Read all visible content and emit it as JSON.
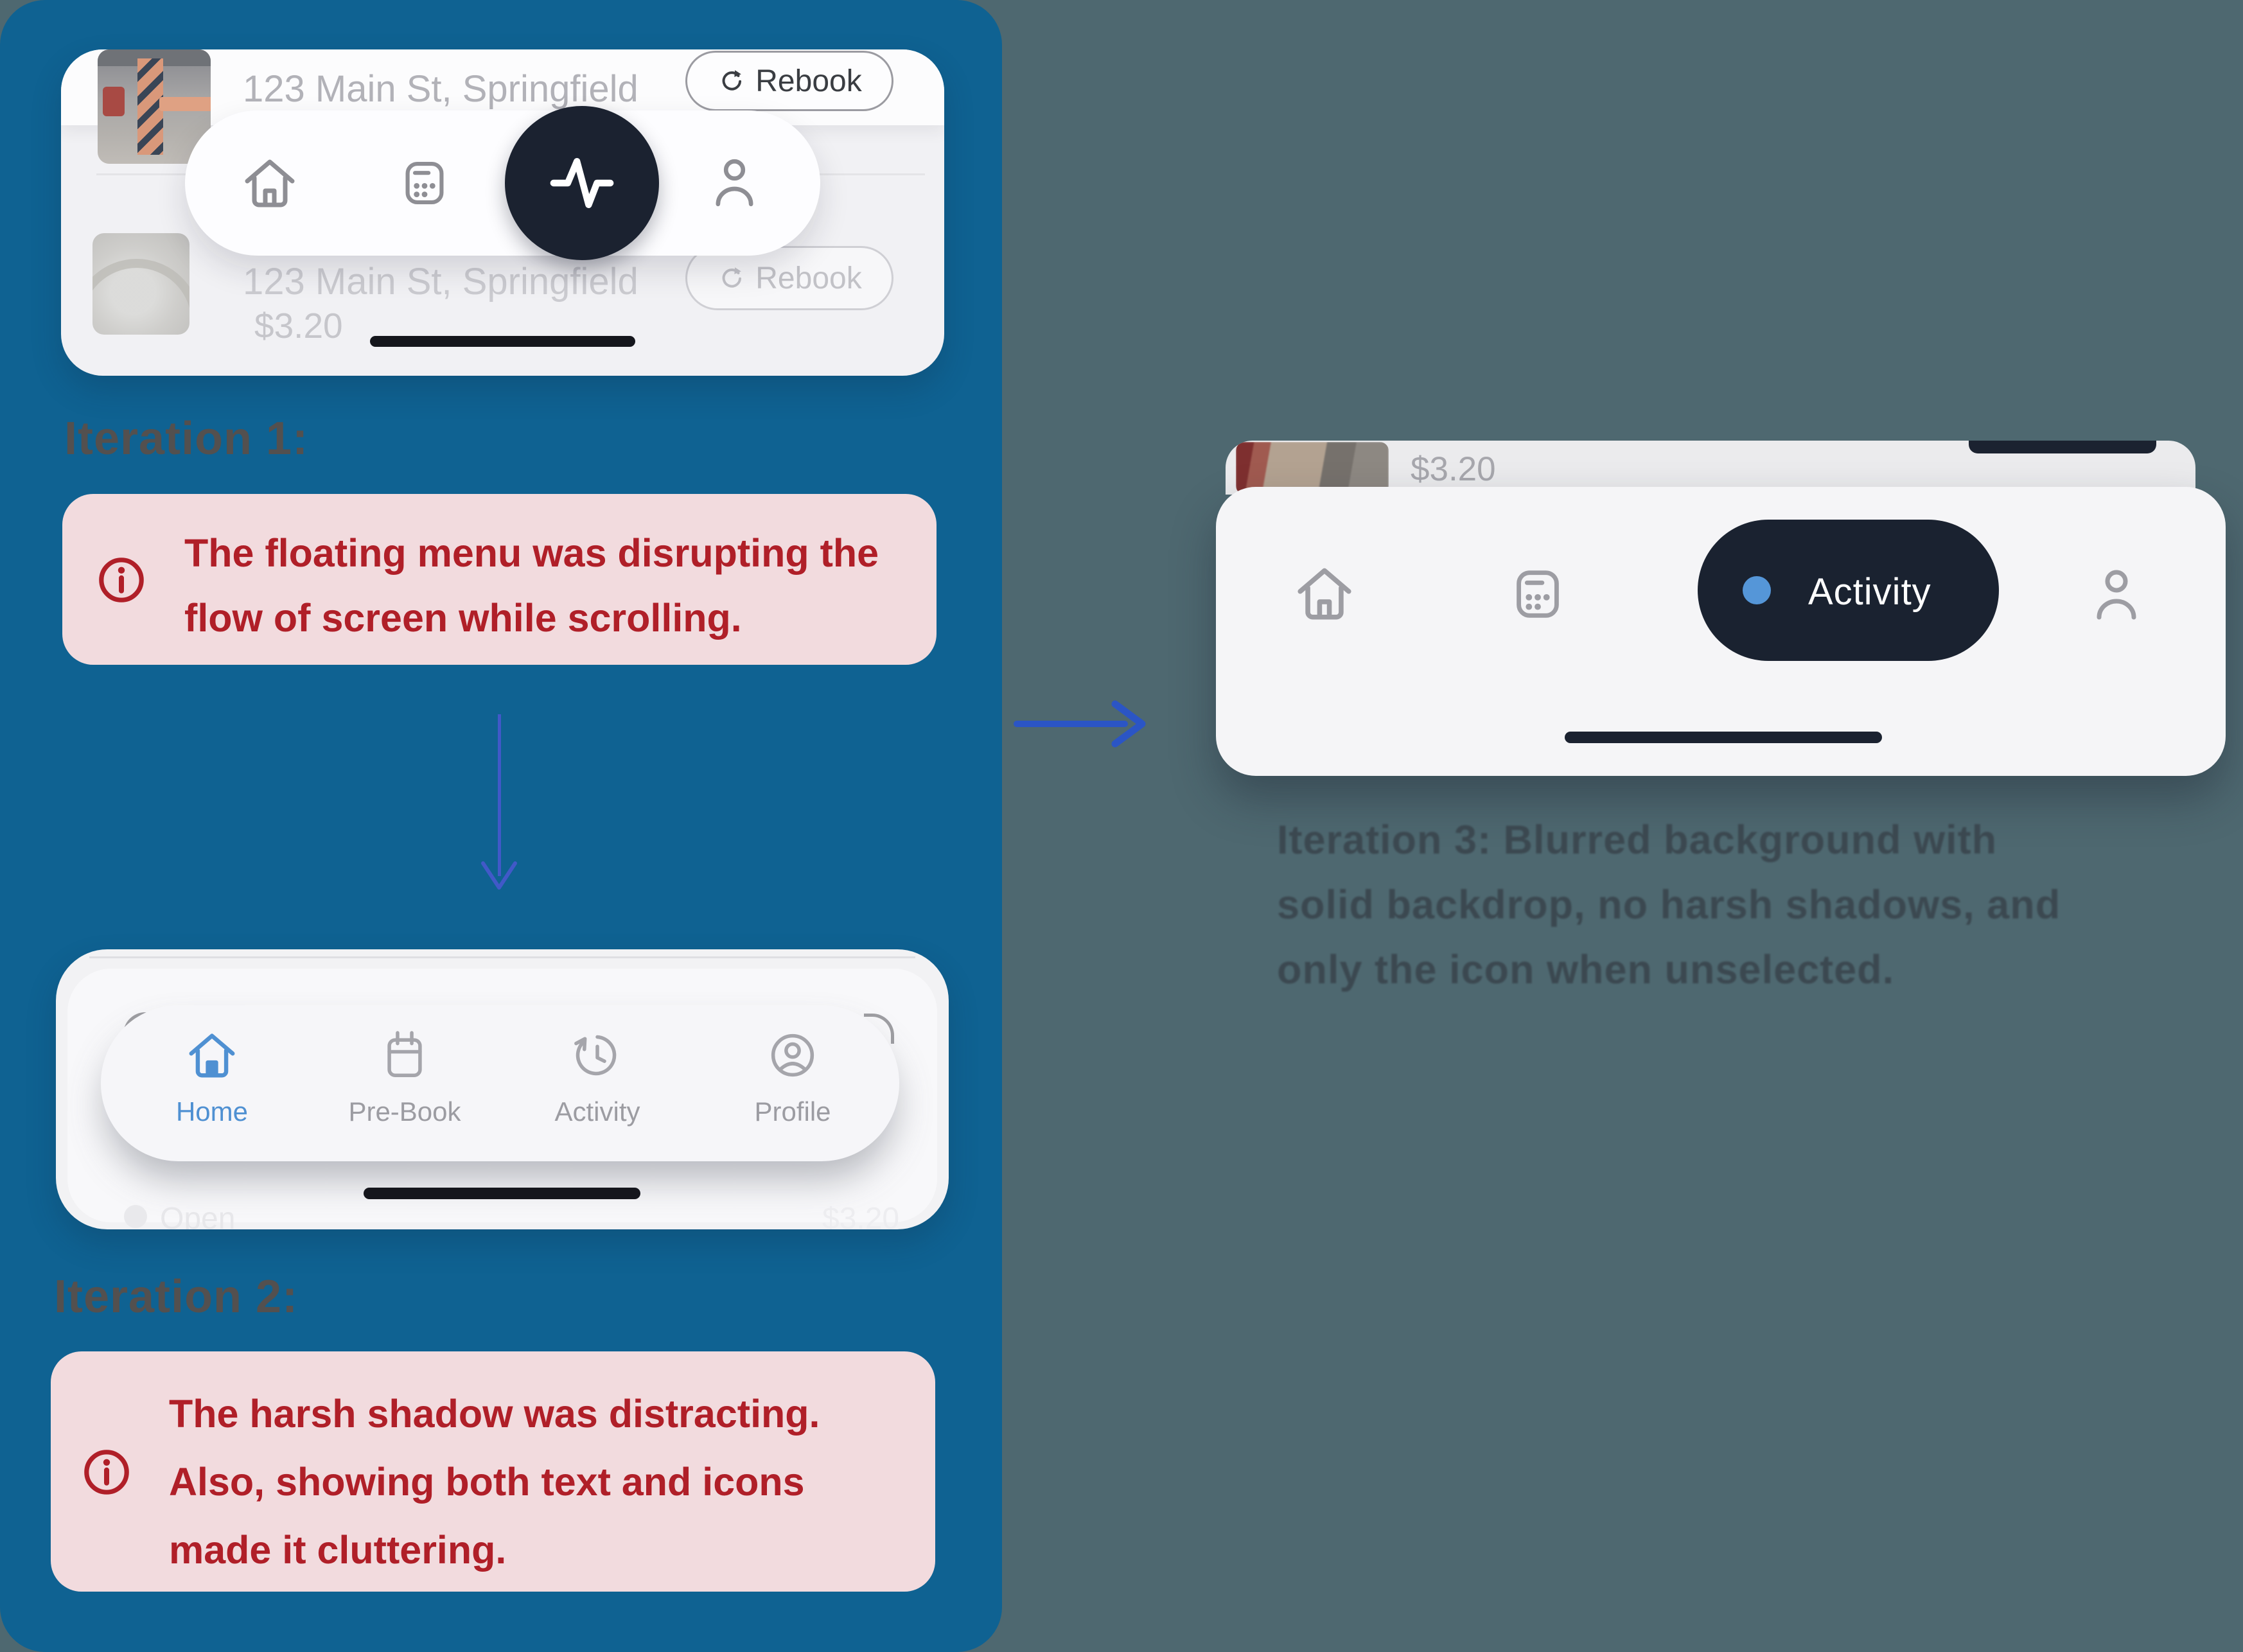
{
  "colors": {
    "panel_blue": "#0f6292",
    "background_slate": "#4e6870",
    "note_pink": "#f2dbde",
    "note_red": "#b01f28",
    "accent_tab_blue": "#4f90d2",
    "selected_pill_dark": "#1a2230",
    "arrow_blue": "#2b55c5"
  },
  "left_panel": {
    "iteration1": {
      "label": "Iteration 1:",
      "note_lines": [
        "The floating menu was disrupting the",
        "flow of screen while scrolling."
      ]
    },
    "iteration2": {
      "label": "Iteration 2:",
      "note_lines": [
        "The harsh shadow was distracting.",
        "Also, showing both text and icons",
        "made it cluttering."
      ]
    }
  },
  "mock1": {
    "rows": [
      {
        "address": "123 Main St, Springfield",
        "action": "Rebook"
      },
      {
        "address": "123 Main St, Springfield",
        "action": "Rebook",
        "price": "$3.20"
      }
    ],
    "menu_icons": [
      "home-icon",
      "calendar-icon",
      "activity-pulse-icon",
      "profile-icon"
    ],
    "active_item": "activity"
  },
  "mock2": {
    "tabs": [
      {
        "label": "Home",
        "icon": "home-icon",
        "active": true
      },
      {
        "label": "Pre-Book",
        "icon": "calendar-icon",
        "active": false
      },
      {
        "label": "Activity",
        "icon": "history-icon",
        "active": false
      },
      {
        "label": "Profile",
        "icon": "profile-circle-icon",
        "active": false
      }
    ],
    "ghost_status": "Open",
    "ghost_price": "$3.20"
  },
  "mock3": {
    "price": "$3.20",
    "active_tab_label": "Activity",
    "icons": [
      "home-icon",
      "calendar-icon",
      "profile-icon"
    ],
    "caption_lines": [
      "Iteration 3: Blurred background with",
      "solid backdrop, no harsh shadows, and",
      "only the icon when unselected."
    ]
  }
}
